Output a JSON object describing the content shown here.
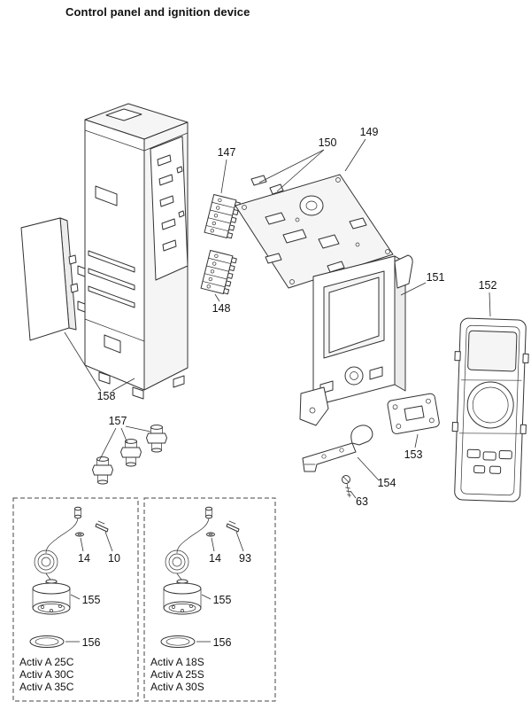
{
  "page": {
    "title": "Control panel and ignition device"
  },
  "colors": {
    "ink": "#333333",
    "background": "#ffffff"
  },
  "callouts": {
    "c63": "63",
    "c147": "147",
    "c148": "148",
    "c149": "149",
    "c150": "150",
    "c151": "151",
    "c152": "152",
    "c153": "153",
    "c154": "154",
    "c157": "157",
    "c158": "158"
  },
  "variant_boxes": [
    {
      "callouts": {
        "c14": "14",
        "c10": "10",
        "c155": "155",
        "c156": "156"
      },
      "models": [
        "Activ A 25C",
        "Activ A 30C",
        "Activ A 35C"
      ]
    },
    {
      "callouts": {
        "c14": "14",
        "c93": "93",
        "c155": "155",
        "c156": "156"
      },
      "models": [
        "Activ A 18S",
        "Activ A 25S",
        "Activ A 30S"
      ]
    }
  ]
}
